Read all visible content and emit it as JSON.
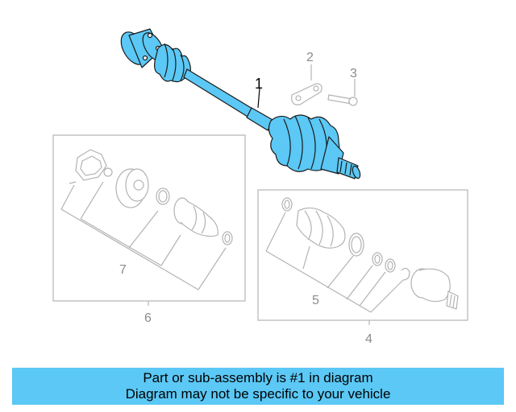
{
  "callouts": {
    "c1": "1",
    "c2": "2",
    "c3": "3",
    "c4": "4",
    "c5": "5",
    "c6": "6",
    "c7": "7"
  },
  "banner": {
    "line1": "Part or sub-assembly is #1 in diagram",
    "line2": "Diagram may not be specific to your vehicle"
  },
  "colors": {
    "highlight": "#5bc8f5",
    "line": "#b3b3b3",
    "outline": "#1a1a1a"
  }
}
